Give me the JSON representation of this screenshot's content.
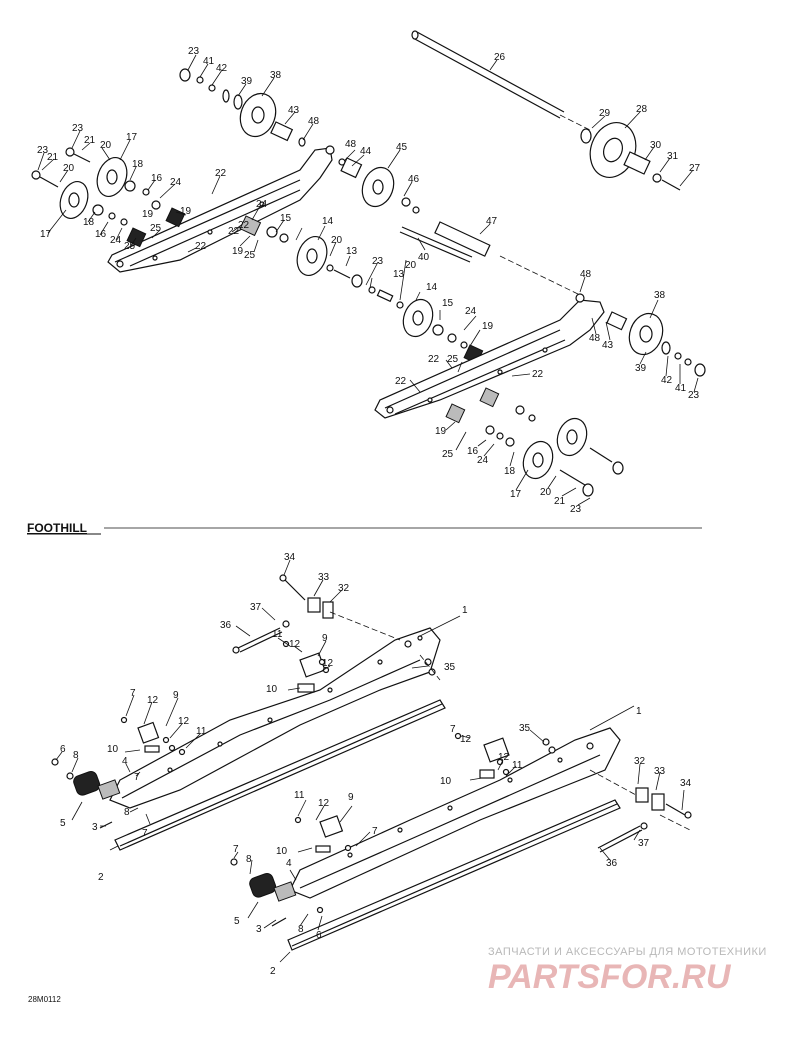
{
  "callouts": {
    "c1": "1",
    "c2": "2",
    "c3": "3",
    "c4": "4",
    "c5": "5",
    "c6": "6",
    "c7": "7",
    "c8": "8",
    "c9": "9",
    "c10": "10",
    "c11": "11",
    "c12": "12",
    "c13": "13",
    "c14": "14",
    "c15": "15",
    "c16": "16",
    "c17": "17",
    "c18": "18",
    "c19": "19",
    "c20": "20",
    "c21": "21",
    "c22": "22",
    "c23": "23",
    "c24": "24",
    "c25": "25",
    "c26": "26",
    "c27": "27",
    "c28": "28",
    "c29": "29",
    "c30": "30",
    "c31": "31",
    "c32": "32",
    "c33": "33",
    "c34": "34",
    "c35": "35",
    "c36": "36",
    "c37": "37",
    "c38": "38",
    "c39": "39",
    "c40": "40",
    "c41": "41",
    "c42": "42",
    "c43": "43",
    "c44": "44",
    "c45": "45",
    "c46": "46",
    "c47": "47",
    "c48": "48"
  },
  "section": {
    "title": "FOOTHILL"
  },
  "reference_code": "28M0112",
  "watermark": {
    "top_text": "ЗАПЧАСТИ И АКСЕССУАРЫ ДЛЯ МОТОТЕХНИКИ",
    "logo_text": "PARTSFOR.RU"
  }
}
